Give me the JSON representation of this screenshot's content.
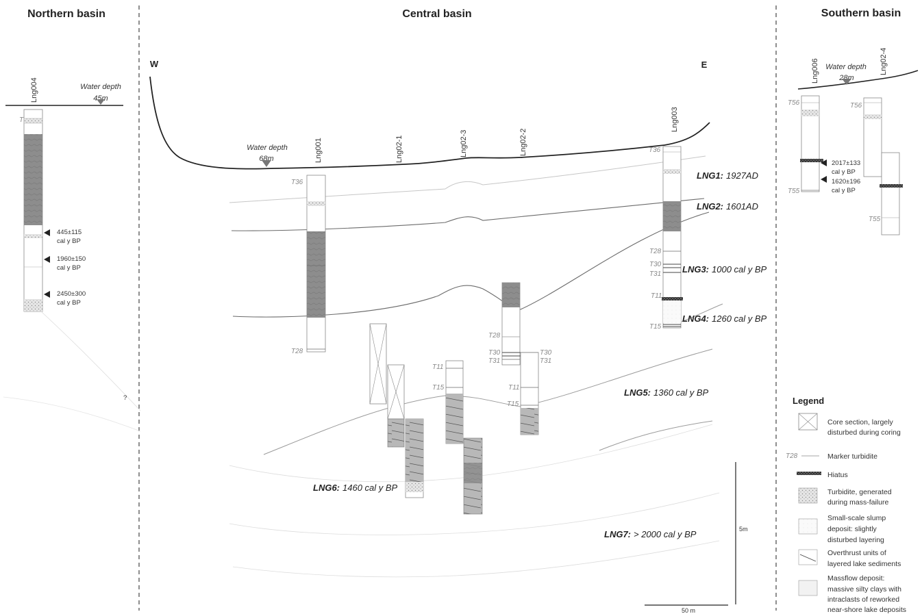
{
  "basins": {
    "northern": "Northern basin",
    "central": "Central basin",
    "southern": "Southern basin"
  },
  "directions": {
    "west": "W",
    "east": "E"
  },
  "water_depth_label": "Water depth",
  "water_depths": {
    "northern": "45m",
    "central": "68m",
    "southern": "28m"
  },
  "cores": {
    "lng004": "Lng004",
    "lng001": "Lng001",
    "lng02_1": "Lng02-1",
    "lng02_3": "Lng02-3",
    "lng02_2": "Lng02-2",
    "lng003": "Lng003",
    "lng006": "Lng006",
    "lng02_4": "Lng02-4"
  },
  "turbidite_labels": {
    "t36": "T36",
    "t28": "T28",
    "t30": "T30",
    "t31": "T31",
    "t11": "T11",
    "t15": "T15",
    "t56": "T56",
    "t55": "T55",
    "t7": "T"
  },
  "events": [
    {
      "id": "LNG1:",
      "age": "1927AD"
    },
    {
      "id": "LNG2:",
      "age": "1601AD"
    },
    {
      "id": "LNG3:",
      "age": "1000 cal y BP"
    },
    {
      "id": "LNG4:",
      "age": "1260 cal y BP"
    },
    {
      "id": "LNG5:",
      "age": "1360 cal y BP"
    },
    {
      "id": "LNG6:",
      "age": "1460 cal y BP"
    },
    {
      "id": "LNG7:",
      "age": "> 2000 cal y BP"
    }
  ],
  "ages_north": [
    {
      "value": "445±115",
      "unit": "cal y BP"
    },
    {
      "value": "1960±150",
      "unit": "cal y BP"
    },
    {
      "value": "2450±300",
      "unit": "cal y BP"
    }
  ],
  "ages_south": [
    {
      "value": "2017±133",
      "unit": "cal y BP"
    },
    {
      "value": "1620±196",
      "unit": "cal y BP"
    }
  ],
  "question_mark": "?",
  "scale": {
    "vertical": "5m",
    "horizontal": "50 m"
  },
  "legend": {
    "title": "Legend",
    "items": [
      {
        "key": "core",
        "lines": [
          "Core section, largely",
          "disturbed during coring"
        ]
      },
      {
        "key": "marker",
        "prefix": "T28",
        "lines": [
          "Marker turbidite"
        ]
      },
      {
        "key": "hiatus",
        "lines": [
          "Hiatus"
        ]
      },
      {
        "key": "turbidite",
        "lines": [
          "Turbidite, generated",
          "during mass-failure"
        ]
      },
      {
        "key": "slump",
        "lines": [
          "Small-scale slump",
          "deposit: slightly",
          "disturbed layering"
        ]
      },
      {
        "key": "overthrust",
        "lines": [
          "Overthrust units of",
          "layered lake sediments"
        ]
      },
      {
        "key": "massflow",
        "lines": [
          "Massflow deposit:",
          "massive silty clays with",
          "intraclasts of reworked",
          "near-shore lake deposits"
        ]
      }
    ]
  },
  "colors": {
    "massflow": "#8f8f8f",
    "overthrust": "#b5b5b5",
    "line": "#333333",
    "faint": "#c8c8c8",
    "grey": "#8a8a8a"
  }
}
